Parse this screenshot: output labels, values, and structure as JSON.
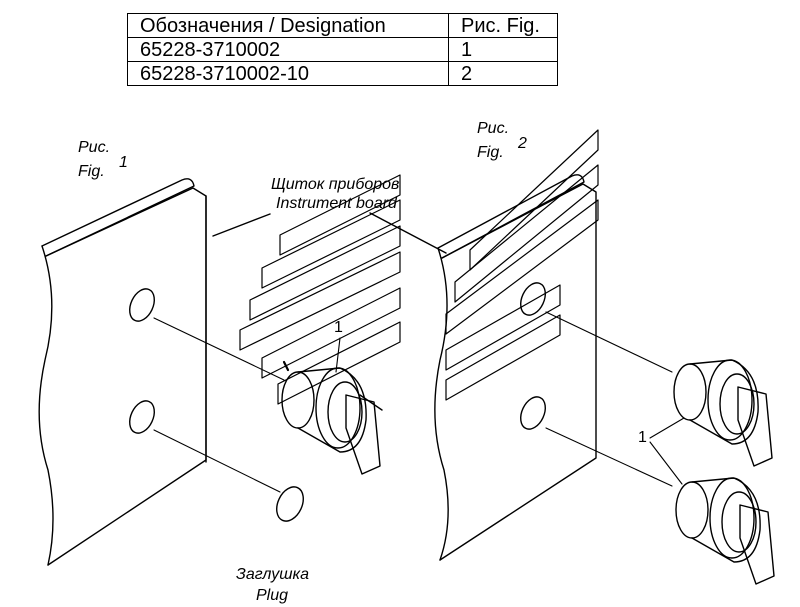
{
  "table": {
    "headers": [
      "Обозначения / Designation",
      "Рис. Fig."
    ],
    "rows": [
      {
        "designation": "65228-3710002",
        "fig": "1"
      },
      {
        "designation": "65228-3710002-10",
        "fig": "2"
      }
    ]
  },
  "fig1": {
    "ru": "Рис.",
    "en": "Fig.",
    "number": "1"
  },
  "fig2": {
    "ru": "Рис.",
    "en": "Fig.",
    "number": "2"
  },
  "board": {
    "ru": "Щиток приборов",
    "en": "Instrument board"
  },
  "plug": {
    "ru": "Заглушка",
    "en": "Plug"
  },
  "callouts": {
    "left": "1",
    "right": "1"
  }
}
